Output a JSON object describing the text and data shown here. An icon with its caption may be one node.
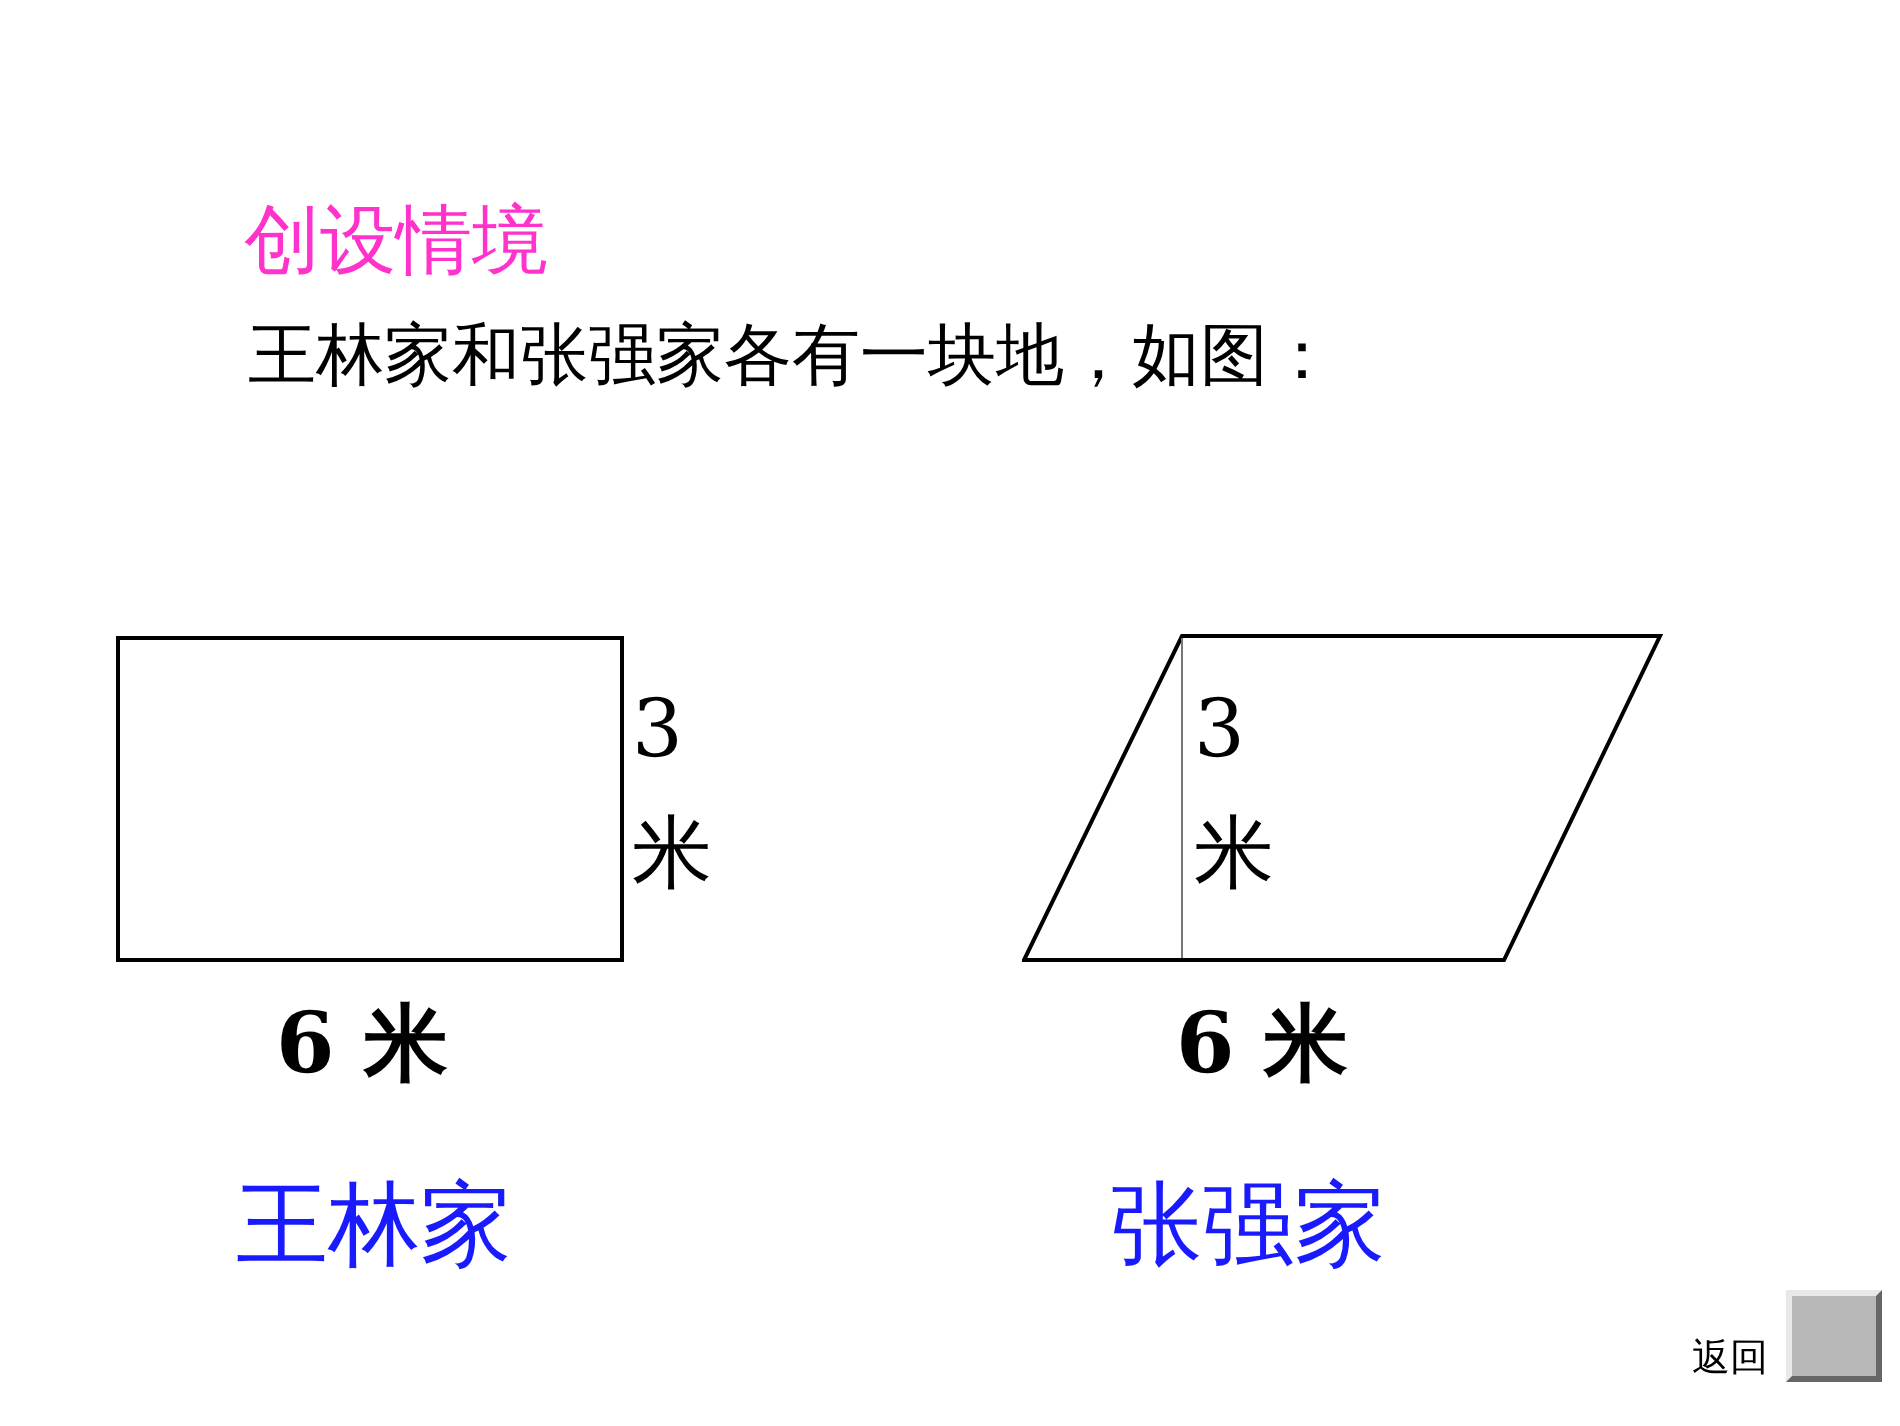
{
  "diagram": {
    "title": "创设情境",
    "nodes": [
      {
        "text": [],
        "shape": "box",
        "beside": [
          "3 米"
        ]
      },
      {
        "text": [
          "3 米"
        ]
      }
    ],
    "labels": [
      "王林家和张强家各有一块地，如图：",
      "6 米",
      "6 米",
      "王林家",
      "张强家",
      "返回"
    ]
  }
}
